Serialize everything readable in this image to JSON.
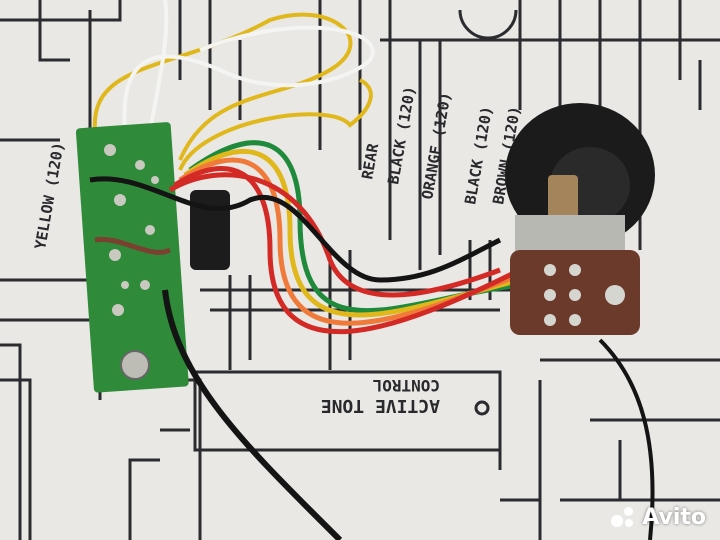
{
  "diagram_labels": {
    "yellow": "YELLOW (120)",
    "black_1": "BLACK (120)",
    "black_2": "BLACK (120)",
    "brown": "BROWN (120)",
    "orange": "ORANGE (120)",
    "rear": "REAR",
    "box_line1": "ACTIVE TONE",
    "box_line2": "CONTROL"
  },
  "watermark": "Avito",
  "colors": {
    "paper": "#e9e8e4",
    "ink": "#2b2b30",
    "pcb": "#2f8a3a",
    "wire_red": "#d42a25",
    "wire_orange": "#f07a3a",
    "wire_yellow": "#e0b81c",
    "wire_green": "#1f8a3b",
    "wire_black": "#141414",
    "pot_body": "#6b3a2a",
    "knob": "#1b1b1b"
  }
}
